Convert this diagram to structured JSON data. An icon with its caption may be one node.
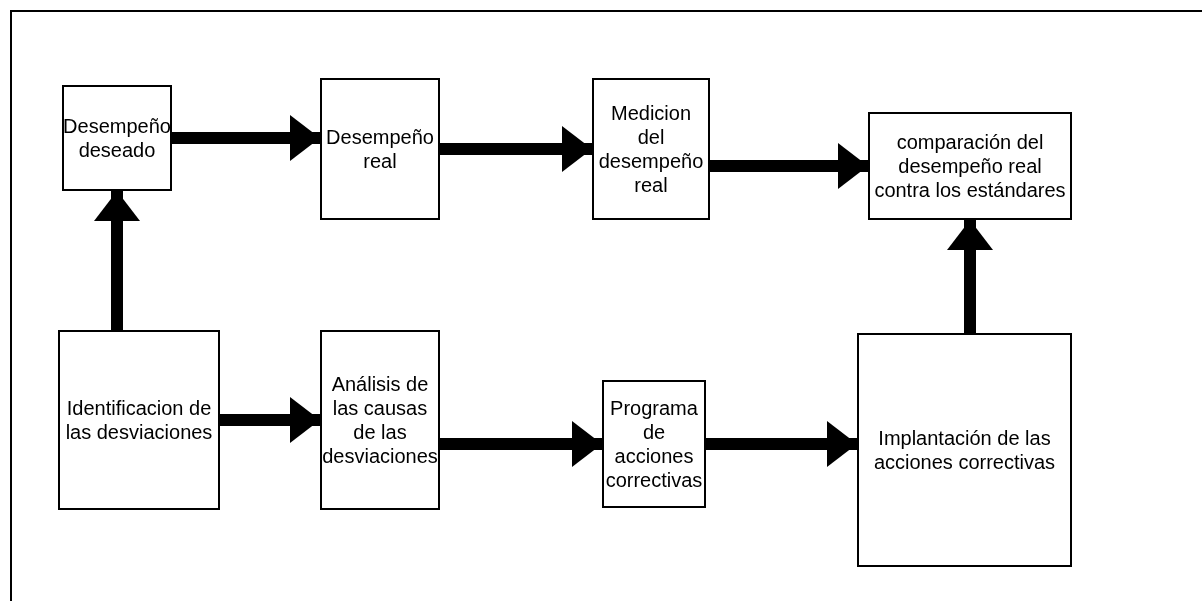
{
  "diagram": {
    "nodes": [
      {
        "text": [
          "Desempeño deseado"
        ]
      },
      {
        "text": [
          "Desempeño real"
        ]
      },
      {
        "text": [
          "Medicion del desempeño real"
        ]
      },
      {
        "text": [
          "comparación del desempeño real contra los estándares"
        ]
      },
      {
        "text": [
          "Identificacion de las desviaciones"
        ]
      },
      {
        "text": [
          "Análisis de las causas de las desviaciones"
        ]
      },
      {
        "text": [
          "Programa de acciones correctivas"
        ]
      },
      {
        "text": [
          "Implantación de las acciones correctivas"
        ]
      }
    ],
    "edges": [
      {
        "from": 0,
        "to": 1,
        "arrow": "to"
      },
      {
        "from": 1,
        "to": 2,
        "arrow": "to"
      },
      {
        "from": 2,
        "to": 3,
        "arrow": "to"
      },
      {
        "from": 4,
        "to": 0,
        "arrow": "to"
      },
      {
        "from": 4,
        "to": 5,
        "arrow": "to"
      },
      {
        "from": 5,
        "to": 6,
        "arrow": "to"
      },
      {
        "from": 6,
        "to": 7,
        "arrow": "to"
      },
      {
        "from": 7,
        "to": 3,
        "arrow": "to"
      }
    ]
  }
}
